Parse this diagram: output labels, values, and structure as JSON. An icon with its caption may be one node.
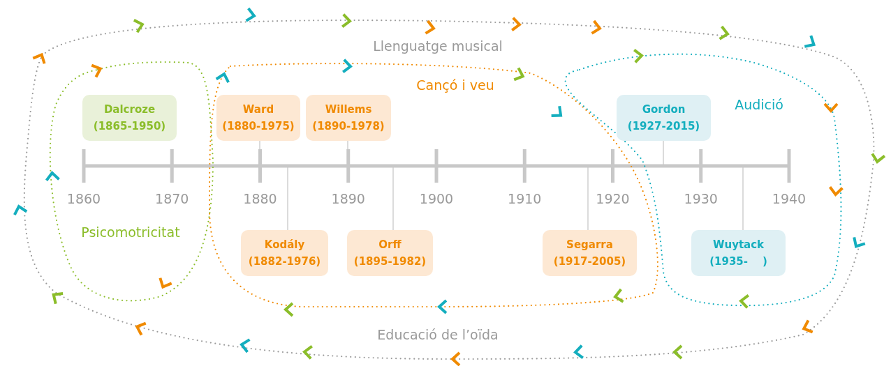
{
  "diagram": {
    "nodes": [
      {
        "text": [
          "Llenguatge musical",
          "Educació de l’oïda"
        ]
      },
      {
        "text": [
          "Psicomotricitat"
        ],
        "in": 0
      },
      {
        "text": [
          "Dalcroze",
          "(1865-1950)"
        ],
        "in": 1
      },
      {
        "text": [
          "Cançó i veu"
        ],
        "in": 0
      },
      {
        "text": [
          "Ward",
          "(1880-1975)"
        ],
        "in": 3
      },
      {
        "text": [
          "Willems",
          "(1890-1978)"
        ],
        "in": 3
      },
      {
        "text": [
          "Kodály",
          "(1882-1976)"
        ],
        "in": 3
      },
      {
        "text": [
          "Orff",
          "(1895-1982)"
        ],
        "in": 3
      },
      {
        "text": [
          "Segarra",
          "(1917-2005)"
        ],
        "in": 3
      },
      {
        "text": [
          "Audició"
        ],
        "in": 0
      },
      {
        "text": [
          "Gordon",
          "(1927-2015)"
        ],
        "in": 9
      },
      {
        "text": [
          "Wuytack",
          "(1935-    )"
        ],
        "in": 9
      }
    ],
    "edges": [
      {
        "from": 4,
        "to": null,
        "arrow": "none"
      },
      {
        "from": 5,
        "to": null,
        "arrow": "none"
      },
      {
        "from": 6,
        "to": null,
        "arrow": "none"
      },
      {
        "from": 7,
        "to": null,
        "arrow": "none"
      },
      {
        "from": 8,
        "to": null,
        "arrow": "none"
      },
      {
        "from": 10,
        "to": null,
        "arrow": "none"
      },
      {
        "from": 11,
        "to": null,
        "arrow": "none"
      }
    ],
    "labels": [
      "1860",
      "1870",
      "1880",
      "1890",
      "1900",
      "1910",
      "1920",
      "1930",
      "1940"
    ]
  }
}
